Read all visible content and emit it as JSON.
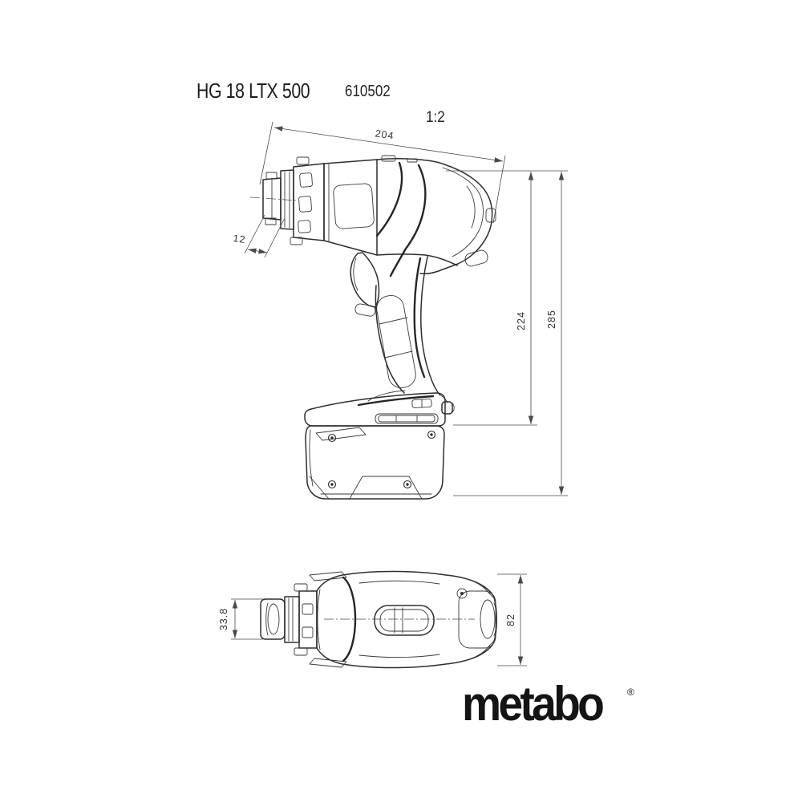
{
  "page": {
    "background": "#ffffff",
    "line_color": "#2e2e2e",
    "dim_line_color": "#4a4a4a"
  },
  "header": {
    "model": "HG 18 LTX 500",
    "article_number": "610502",
    "scale": "1:2"
  },
  "side_view": {
    "description": "heat gun side elevation drawing",
    "dims": {
      "overall_length": "204",
      "nozzle_length": "12",
      "height_to_battery_rail": "224",
      "overall_height": "285"
    }
  },
  "top_view": {
    "description": "heat gun top view drawing",
    "dims": {
      "nozzle_diameter": "33.8",
      "housing_width": "82"
    }
  },
  "brand": {
    "logo": "metabo",
    "registered": "®"
  }
}
